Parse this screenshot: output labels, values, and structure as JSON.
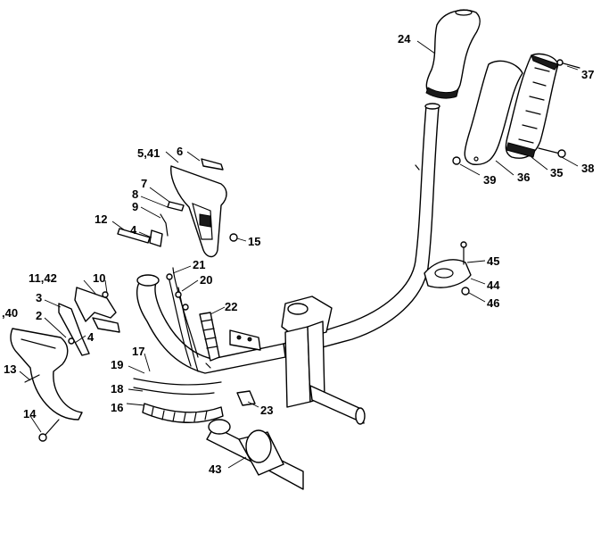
{
  "callouts": [
    {
      "id": "24",
      "label": "24"
    },
    {
      "id": "37",
      "label": "37"
    },
    {
      "id": "38",
      "label": "38"
    },
    {
      "id": "35",
      "label": "35"
    },
    {
      "id": "36",
      "label": "36"
    },
    {
      "id": "39",
      "label": "39"
    },
    {
      "id": "5_41",
      "label": "5,41"
    },
    {
      "id": "6",
      "label": "6"
    },
    {
      "id": "7",
      "label": "7"
    },
    {
      "id": "8",
      "label": "8"
    },
    {
      "id": "9",
      "label": "9"
    },
    {
      "id": "12",
      "label": "12"
    },
    {
      "id": "4a",
      "label": "4"
    },
    {
      "id": "15",
      "label": "15"
    },
    {
      "id": "21",
      "label": "21"
    },
    {
      "id": "20",
      "label": "20"
    },
    {
      "id": "22",
      "label": "22"
    },
    {
      "id": "45",
      "label": "45"
    },
    {
      "id": "44",
      "label": "44"
    },
    {
      "id": "46",
      "label": "46"
    },
    {
      "id": "11_42",
      "label": "11,42"
    },
    {
      "id": "10",
      "label": "10"
    },
    {
      "id": "3",
      "label": "3"
    },
    {
      "id": "40",
      "label": ",40"
    },
    {
      "id": "2",
      "label": "2"
    },
    {
      "id": "4b",
      "label": "4"
    },
    {
      "id": "13",
      "label": "13"
    },
    {
      "id": "17",
      "label": "17"
    },
    {
      "id": "19",
      "label": "19"
    },
    {
      "id": "18",
      "label": "18"
    },
    {
      "id": "16",
      "label": "16"
    },
    {
      "id": "23",
      "label": "23"
    },
    {
      "id": "14",
      "label": "14"
    },
    {
      "id": "43",
      "label": "43"
    }
  ]
}
